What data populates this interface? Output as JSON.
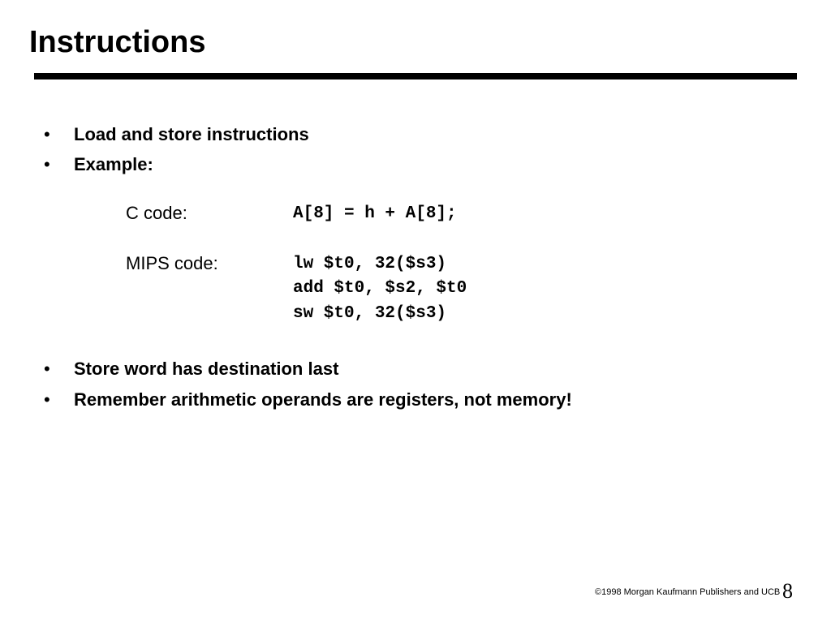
{
  "slide": {
    "title": "Instructions",
    "bullets_top": [
      {
        "marker": "•",
        "text": "Load and store instructions"
      },
      {
        "marker": "•",
        "text": "Example:"
      }
    ],
    "c_code": {
      "label": "C code:",
      "code": "A[8] = h + A[8];"
    },
    "mips_code": {
      "label": "MIPS code:",
      "lines": [
        "lw $t0, 32($s3)",
        "add $t0, $s2, $t0",
        "sw $t0, 32($s3)"
      ]
    },
    "bullets_bottom": [
      {
        "marker": "•",
        "text": "Store word has destination last"
      },
      {
        "marker": "•",
        "text": "Remember arithmetic operands are registers, not memory!"
      }
    ],
    "footer": {
      "copyright": "©1998 Morgan Kaufmann Publishers and UCB",
      "page_number": "8"
    }
  }
}
